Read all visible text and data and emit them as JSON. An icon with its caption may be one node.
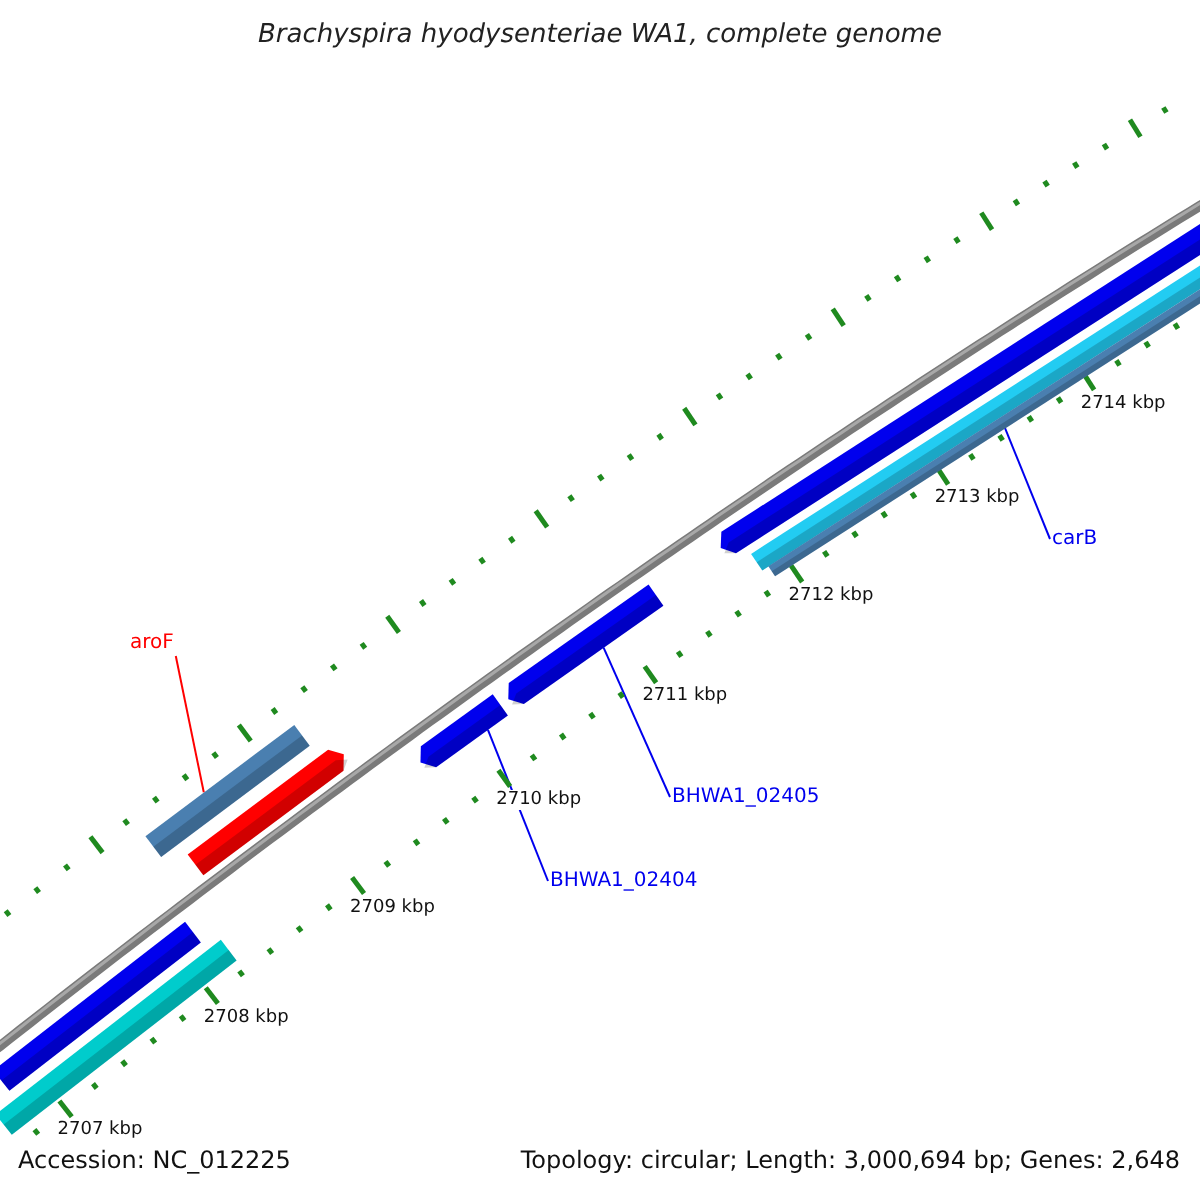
{
  "diagram": {
    "title": "Brachyspira hyodysenteriae WA1, complete genome",
    "nodes": [
      {
        "text": [],
        "shape": "bar"
      },
      {
        "text": [],
        "shape": "bar"
      },
      {
        "text": [],
        "shape": "bar"
      },
      {
        "text": [],
        "shape": "bar"
      },
      {
        "text": [],
        "shape": "bar"
      },
      {
        "text": [],
        "shape": "bar"
      },
      {
        "text": [],
        "shape": "bar"
      },
      {
        "text": [],
        "shape": "bar"
      },
      {
        "text": [],
        "shape": "bar"
      },
      {
        "text": [
          "aroF"
        ]
      },
      {
        "text": [
          "BHWA1_02404"
        ]
      },
      {
        "text": [
          "BHWA1_02405"
        ]
      },
      {
        "text": [
          "carB"
        ]
      }
    ],
    "edges": [
      {
        "from": 9,
        "to": 2,
        "arrow": "none",
        "color": "#ff0000"
      },
      {
        "from": 10,
        "to": 4,
        "arrow": "none"
      },
      {
        "from": 11,
        "to": 5,
        "arrow": "none"
      },
      {
        "from": 12,
        "to": 8,
        "arrow": "none"
      }
    ],
    "labels": [
      "2707 kbp",
      "2708 kbp",
      "2709 kbp",
      "2710 kbp",
      "2711 kbp",
      "2712 kbp",
      "2713 kbp",
      "2714 kbp",
      "Accession: NC_012225",
      "Topology: circular; Length: 3,000,694 bp; Genes: 2,648"
    ]
  }
}
